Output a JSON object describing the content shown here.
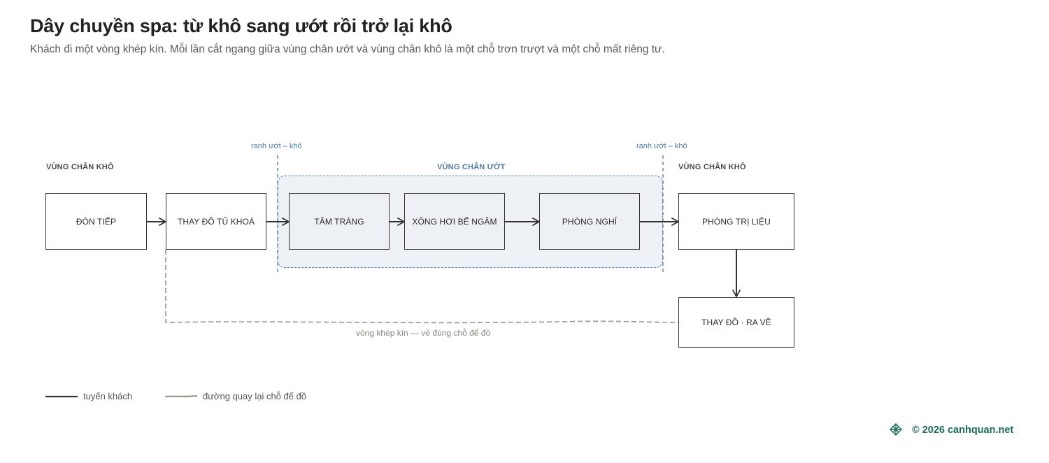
{
  "header": {
    "title": "Dây chuyền spa: từ khô sang ướt rồi trở lại khô",
    "subtitle": "Khách đi một vòng khép kín. Mỗi lần cắt ngang giữa vùng chân ướt và vùng chân khô là một chỗ trơn trượt và một chỗ mất riêng tư."
  },
  "zones": {
    "dry_left": "VÙNG CHÂN KHÔ",
    "wet": "VÙNG CHÂN ƯỚT",
    "dry_right": "VÙNG CHÂN KHÔ"
  },
  "boundaries": {
    "left": "ranh ướt – khô",
    "right": "ranh ướt – khô"
  },
  "nodes": {
    "reception": "ĐÓN TIẾP",
    "locker": "THAY ĐỒ TỦ KHOÁ",
    "shower": "TẮM TRÁNG",
    "steam": "XÔNG HƠI BỂ NGÂM",
    "rest": "PHÒNG NGHỈ",
    "treatment": "PHÒNG TRỊ LIỆU",
    "exit": "THAY ĐỒ · RA VỀ"
  },
  "loop_label": "vòng khép kín — về đúng chỗ để đồ",
  "legend": {
    "guest_route": "tuyến khách",
    "return_path": "đường quay lại chỗ để đồ"
  },
  "colors": {
    "line": "#333333",
    "wet_zone": "#5b86b0",
    "return_path": "#9a958c",
    "brand": "#1d6b5b"
  },
  "footer": {
    "icon": "lattice-logo-icon",
    "copyright": "© 2026 canhquan.net"
  }
}
